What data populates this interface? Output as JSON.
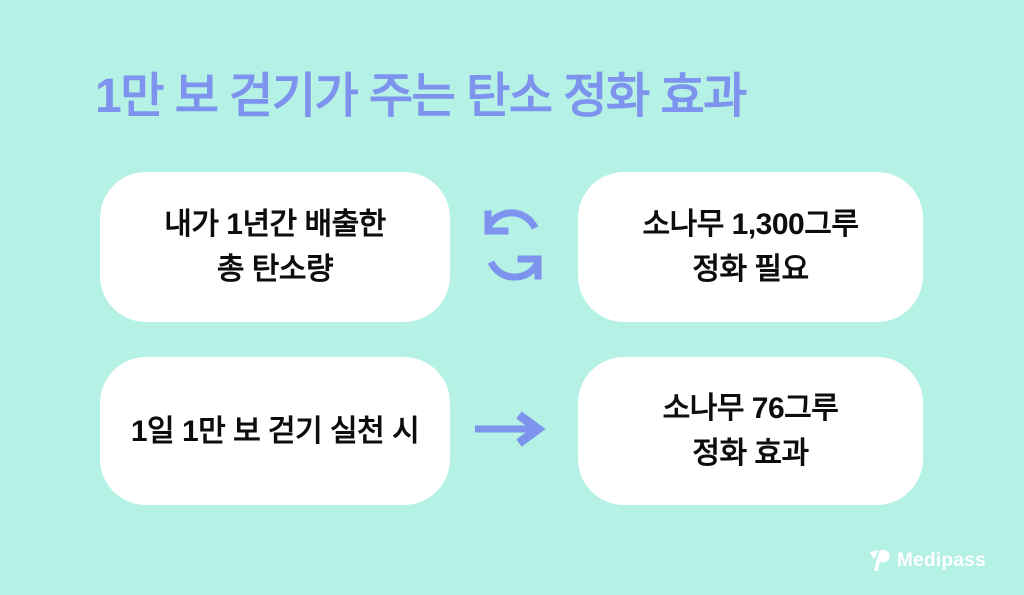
{
  "title": "1만 보 걷기가 주는 탄소 정화 효과",
  "colors": {
    "background": "#b5f1e4",
    "accent": "#7d93ee",
    "card_background": "#ffffff",
    "card_text": "#0d0d0d",
    "logo_text": "#ffffff"
  },
  "rows": [
    {
      "left": {
        "lines": [
          "내가 1년간 배출한",
          "총 탄소량"
        ]
      },
      "connector_icon": "cycle-arrows-icon",
      "right": {
        "lines": [
          "소나무 1,300그루",
          "정화 필요"
        ]
      }
    },
    {
      "left": {
        "lines": [
          "1일 1만 보 걷기 실천 시"
        ]
      },
      "connector_icon": "arrow-right-icon",
      "right": {
        "lines": [
          "소나무 76그루",
          "정화 효과"
        ]
      }
    }
  ],
  "footer": {
    "brand": "Medipass"
  }
}
